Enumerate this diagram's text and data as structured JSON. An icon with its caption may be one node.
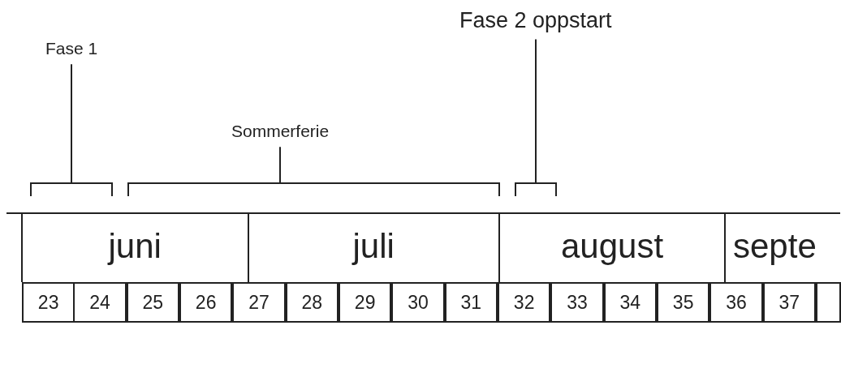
{
  "diagram": {
    "nodes": [
      {
        "text": [
          "Fase 1"
        ]
      },
      {
        "text": [
          "Sommerferie"
        ]
      },
      {
        "text": [
          "Fase 2 oppstart"
        ]
      },
      {
        "text": [],
        "shape": "bracket"
      },
      {
        "text": [],
        "shape": "bracket"
      },
      {
        "text": [],
        "shape": "bracket"
      }
    ],
    "edges": [
      {
        "from": 0,
        "to": 3,
        "arrow": "none"
      },
      {
        "from": 1,
        "to": 4,
        "arrow": "none"
      },
      {
        "from": 2,
        "to": 5,
        "arrow": "none"
      }
    ],
    "labels": [
      "juni",
      "juli",
      "august",
      "septe",
      "23",
      "24",
      "25",
      "26",
      "27",
      "28",
      "29",
      "30",
      "31",
      "32",
      "33",
      "34",
      "35",
      "36",
      "37"
    ]
  }
}
